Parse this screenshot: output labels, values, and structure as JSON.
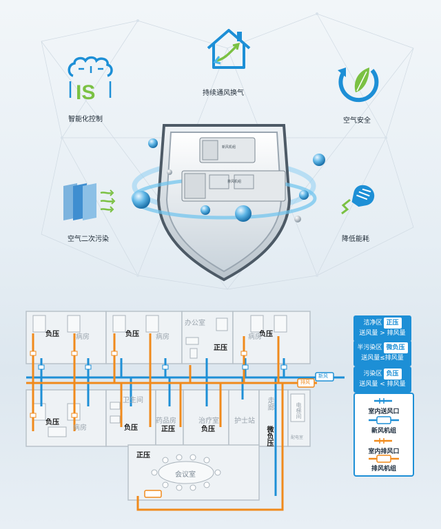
{
  "features": {
    "ventilation": "持续通风换气",
    "smart_control": "智能化控制",
    "air_safety": "空气安全",
    "secondary_pollution": "空气二次污染",
    "energy_saving": "降低能耗"
  },
  "shield": {
    "unit_label_top": "新风机组",
    "unit_label_bottom": "排风机组"
  },
  "floor_plan": {
    "rooms": {
      "office": "办公室",
      "ward": "病房",
      "sanitary": "卫生间",
      "pharmacy": "药品房",
      "treatment": "治疗室",
      "nurse_station": "护士站",
      "corridor": "走廊",
      "electric": "电梯间",
      "distribution": "配电室",
      "meeting": "会议室"
    },
    "pressure": {
      "negative": "负压",
      "positive": "正压",
      "micro_negative": "微负压"
    },
    "duct_tags": {
      "fresh_air": "新风",
      "exhaust": "排风"
    }
  },
  "legend": {
    "clean": {
      "zone": "洁净区",
      "pressure": "正压",
      "rule": "送风量 > 排风量"
    },
    "semi": {
      "zone": "半污染区",
      "pressure": "微负压",
      "rule": "送风量≤排风量"
    },
    "polluted": {
      "zone": "污染区",
      "pressure": "负压",
      "rule": "送风量 < 排风量"
    },
    "key": {
      "supply_outlet": "室内送风口",
      "fresh_unit": "新风机组",
      "exhaust_outlet": "室内排风口",
      "exhaust_unit": "排风机组"
    },
    "colors": {
      "supply": "#1d8fd6",
      "exhaust": "#f08a1c",
      "accent": "#1d8fd6"
    }
  }
}
